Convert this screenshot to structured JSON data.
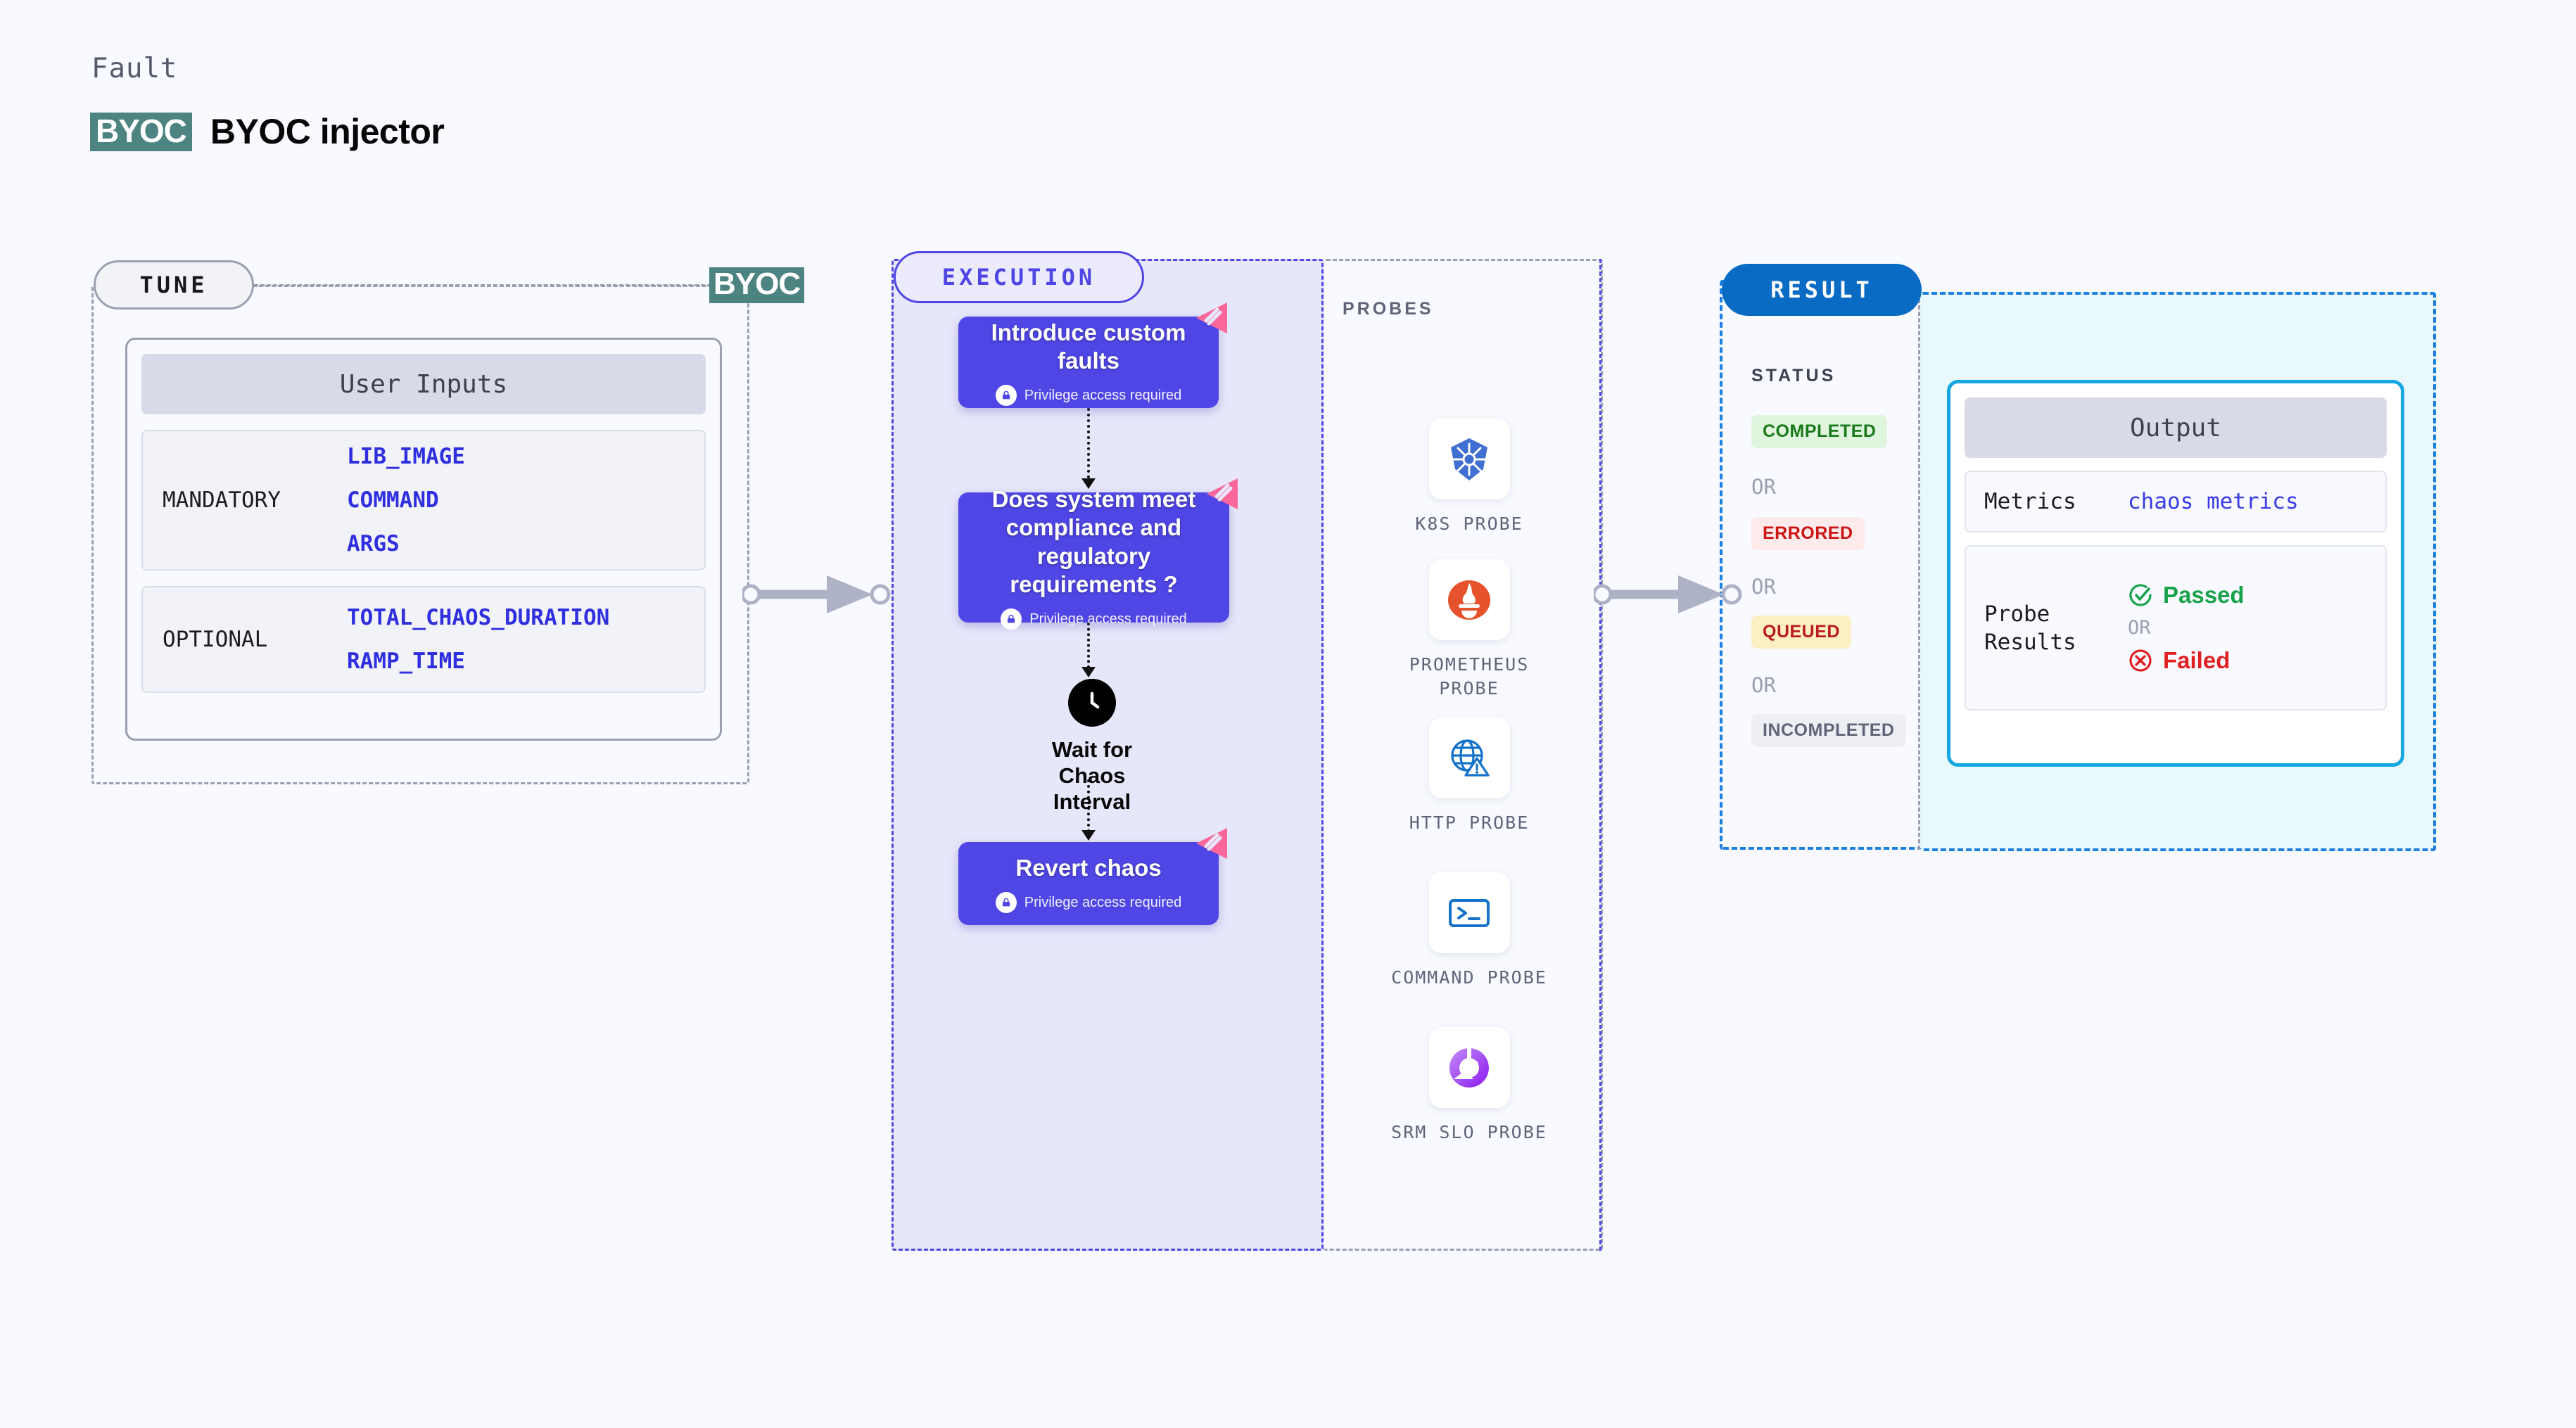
{
  "header": {
    "kicker": "Fault",
    "badge": "BYOC",
    "title": "BYOC injector"
  },
  "stages": {
    "tune": {
      "label": "TUNE",
      "marker_badge": "BYOC"
    },
    "execution": {
      "label": "EXECUTION"
    },
    "probes": {
      "label": "PROBES"
    },
    "result": {
      "label": "RESULT"
    }
  },
  "tune": {
    "card_title": "User Inputs",
    "groups": [
      {
        "label": "MANDATORY",
        "values": [
          "LIB_IMAGE",
          "COMMAND",
          "ARGS"
        ]
      },
      {
        "label": "OPTIONAL",
        "values": [
          "TOTAL_CHAOS_DURATION",
          "RAMP_TIME"
        ]
      }
    ]
  },
  "execution": {
    "privilege_note": "Privilege access required",
    "nodes": [
      {
        "title": "Introduce custom faults",
        "icon": "lock-icon",
        "badge": "litmus-corner-icon"
      },
      {
        "title": "Does system meet compliance and regulatory requirements ?",
        "icon": "lock-icon",
        "badge": "litmus-corner-icon"
      },
      {
        "title": "Revert chaos",
        "icon": "lock-icon",
        "badge": "litmus-corner-icon"
      }
    ],
    "wait_node": {
      "title": "Wait for Chaos Interval",
      "icon": "clock-icon"
    }
  },
  "probes": [
    {
      "name": "K8S PROBE",
      "icon": "kubernetes-icon"
    },
    {
      "name": "PROMETHEUS PROBE",
      "icon": "prometheus-icon"
    },
    {
      "name": "HTTP PROBE",
      "icon": "globe-warning-icon"
    },
    {
      "name": "COMMAND PROBE",
      "icon": "terminal-icon"
    },
    {
      "name": "SRM SLO PROBE",
      "icon": "srm-slo-icon"
    }
  ],
  "result": {
    "status_title": "STATUS",
    "or_label": "OR",
    "statuses": [
      {
        "label": "COMPLETED",
        "bg": "#dff5de",
        "fg": "#1a7a1a"
      },
      {
        "label": "ERRORED",
        "bg": "#fdeaea",
        "fg": "#cc1414"
      },
      {
        "label": "QUEUED",
        "bg": "#fdefc4",
        "fg": "#b91c1c"
      },
      {
        "label": "INCOMPLETED",
        "bg": "#eeeff5",
        "fg": "#5f6478"
      }
    ],
    "output": {
      "title": "Output",
      "metrics_label": "Metrics",
      "metrics_value": "chaos metrics",
      "probe_results_label": "Probe Results",
      "passed": "Passed",
      "failed": "Failed",
      "or_label": "OR"
    }
  },
  "colors": {
    "accent_purple": "#4f46e5",
    "accent_blue": "#0a6bc4",
    "accent_cyan": "#14a7e0",
    "teal_badge": "#4d8380",
    "pink_badge": "#f9679b"
  }
}
